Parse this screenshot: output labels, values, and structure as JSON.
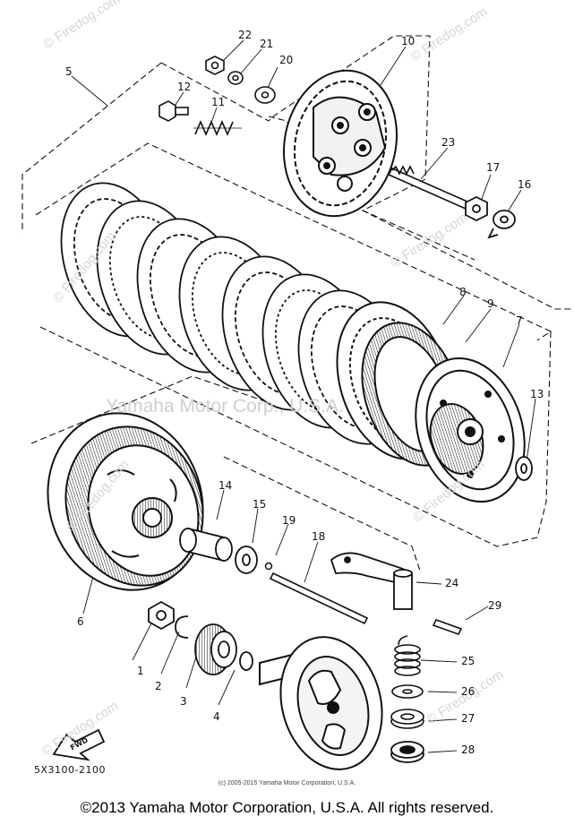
{
  "watermarks": {
    "firedog": "© Firedog.com",
    "vendor": "Yamaha Motor Corp., U.S.A."
  },
  "callouts": [
    "1",
    "2",
    "3",
    "4",
    "5",
    "6",
    "7",
    "8",
    "9",
    "10",
    "11",
    "12",
    "13",
    "14",
    "15",
    "16",
    "17",
    "18",
    "19",
    "20",
    "21",
    "22",
    "23",
    "24",
    "25",
    "26",
    "27",
    "28",
    "29"
  ],
  "fwd_label": "FWD",
  "diagram_code": "5X3100-2100",
  "notice": "(c) 2005-2015 Yamaha Motor Corporation, U.S.A.",
  "footer": "©2013 Yamaha Motor Corporation, U.S.A. All rights reserved."
}
